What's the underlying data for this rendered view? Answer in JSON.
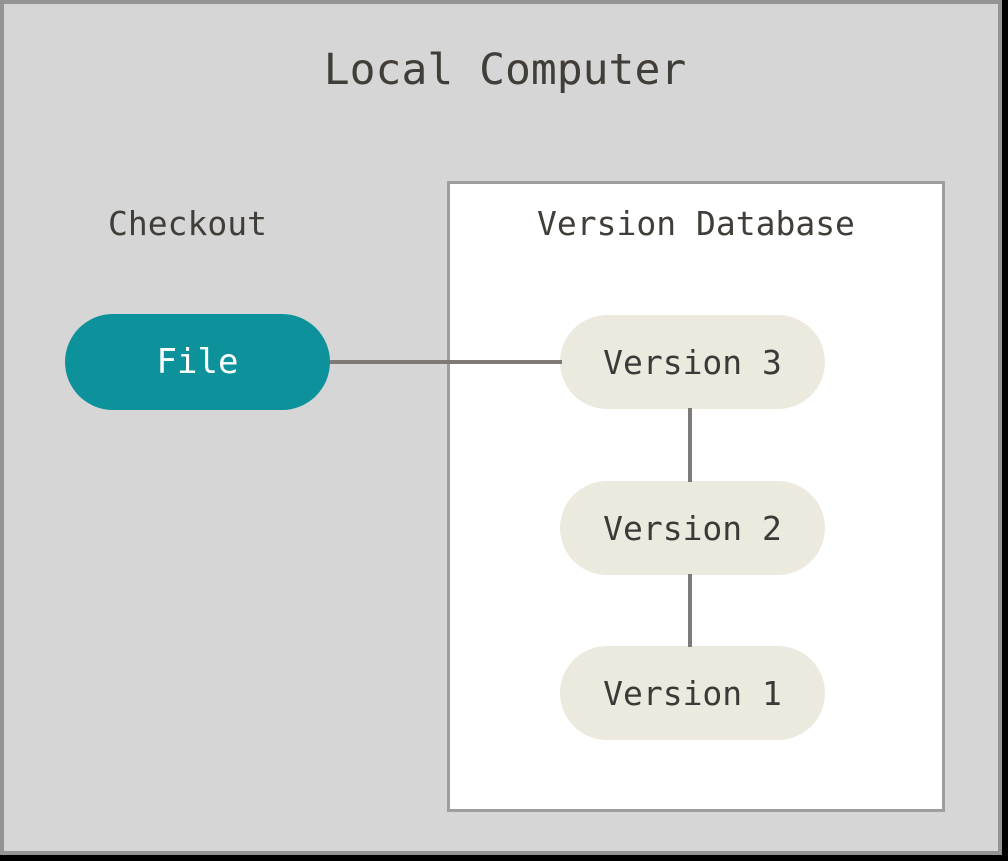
{
  "frame": {
    "title": "Local Computer",
    "background_color": "#d6d6d6",
    "border_color": "#949494"
  },
  "checkout": {
    "label": "Checkout",
    "node": {
      "label": "File",
      "fill_color": "#0d929b",
      "text_color": "#ffffff"
    }
  },
  "version_database": {
    "title": "Version Database",
    "background_color": "#ffffff",
    "border_color": "#9e9e9e",
    "nodes": [
      {
        "label": "Version 3",
        "fill_color": "#eceadf",
        "text_color": "#3b3a38"
      },
      {
        "label": "Version 2",
        "fill_color": "#eceadf",
        "text_color": "#3b3a38"
      },
      {
        "label": "Version 1",
        "fill_color": "#eceadf",
        "text_color": "#3b3a38"
      }
    ]
  },
  "connectors": {
    "color": "#7d7a77",
    "edges": [
      {
        "from": "File",
        "to": "Version 3",
        "orientation": "horizontal"
      },
      {
        "from": "Version 3",
        "to": "Version 2",
        "orientation": "vertical"
      },
      {
        "from": "Version 2",
        "to": "Version 1",
        "orientation": "vertical"
      }
    ]
  }
}
